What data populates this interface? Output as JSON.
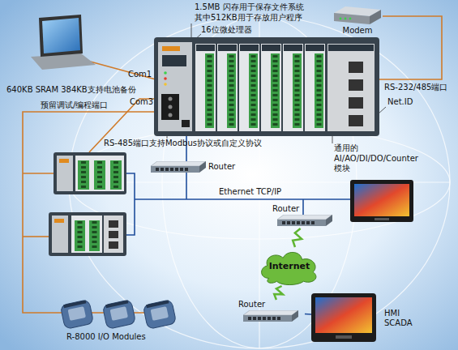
{
  "diagram": {
    "nodes": [
      {
        "text": [
          "Modem"
        ]
      },
      {
        "text": [
          "Router"
        ]
      },
      {
        "text": [
          "Router"
        ]
      },
      {
        "text": [
          "Internet"
        ]
      },
      {
        "text": [
          "Router"
        ]
      },
      {
        "text": [
          "HMI",
          "SCADA"
        ]
      }
    ],
    "edges": [
      {
        "from": 2,
        "to": 3,
        "arrow": "none"
      },
      {
        "from": 3,
        "to": 4,
        "arrow": "none"
      },
      {
        "from": 4,
        "to": 5,
        "arrow": "none"
      }
    ],
    "labels": [
      "1.5MB 闪存用于保存文件系统",
      "其中512KB用于存放用户程序",
      "16位微处理器",
      "Com1",
      "640KB SRAM 384KB支持电池备份",
      "预留调试/编程端口",
      "Com3",
      "RS-485端口支持Modbus协议或自定义协议",
      "RS-232/485端口",
      "Net.ID",
      "通用的AI/AO/DI/DO/Counter模块",
      "Ethernet TCP/IP",
      "R-8000 I/O Modules"
    ]
  }
}
